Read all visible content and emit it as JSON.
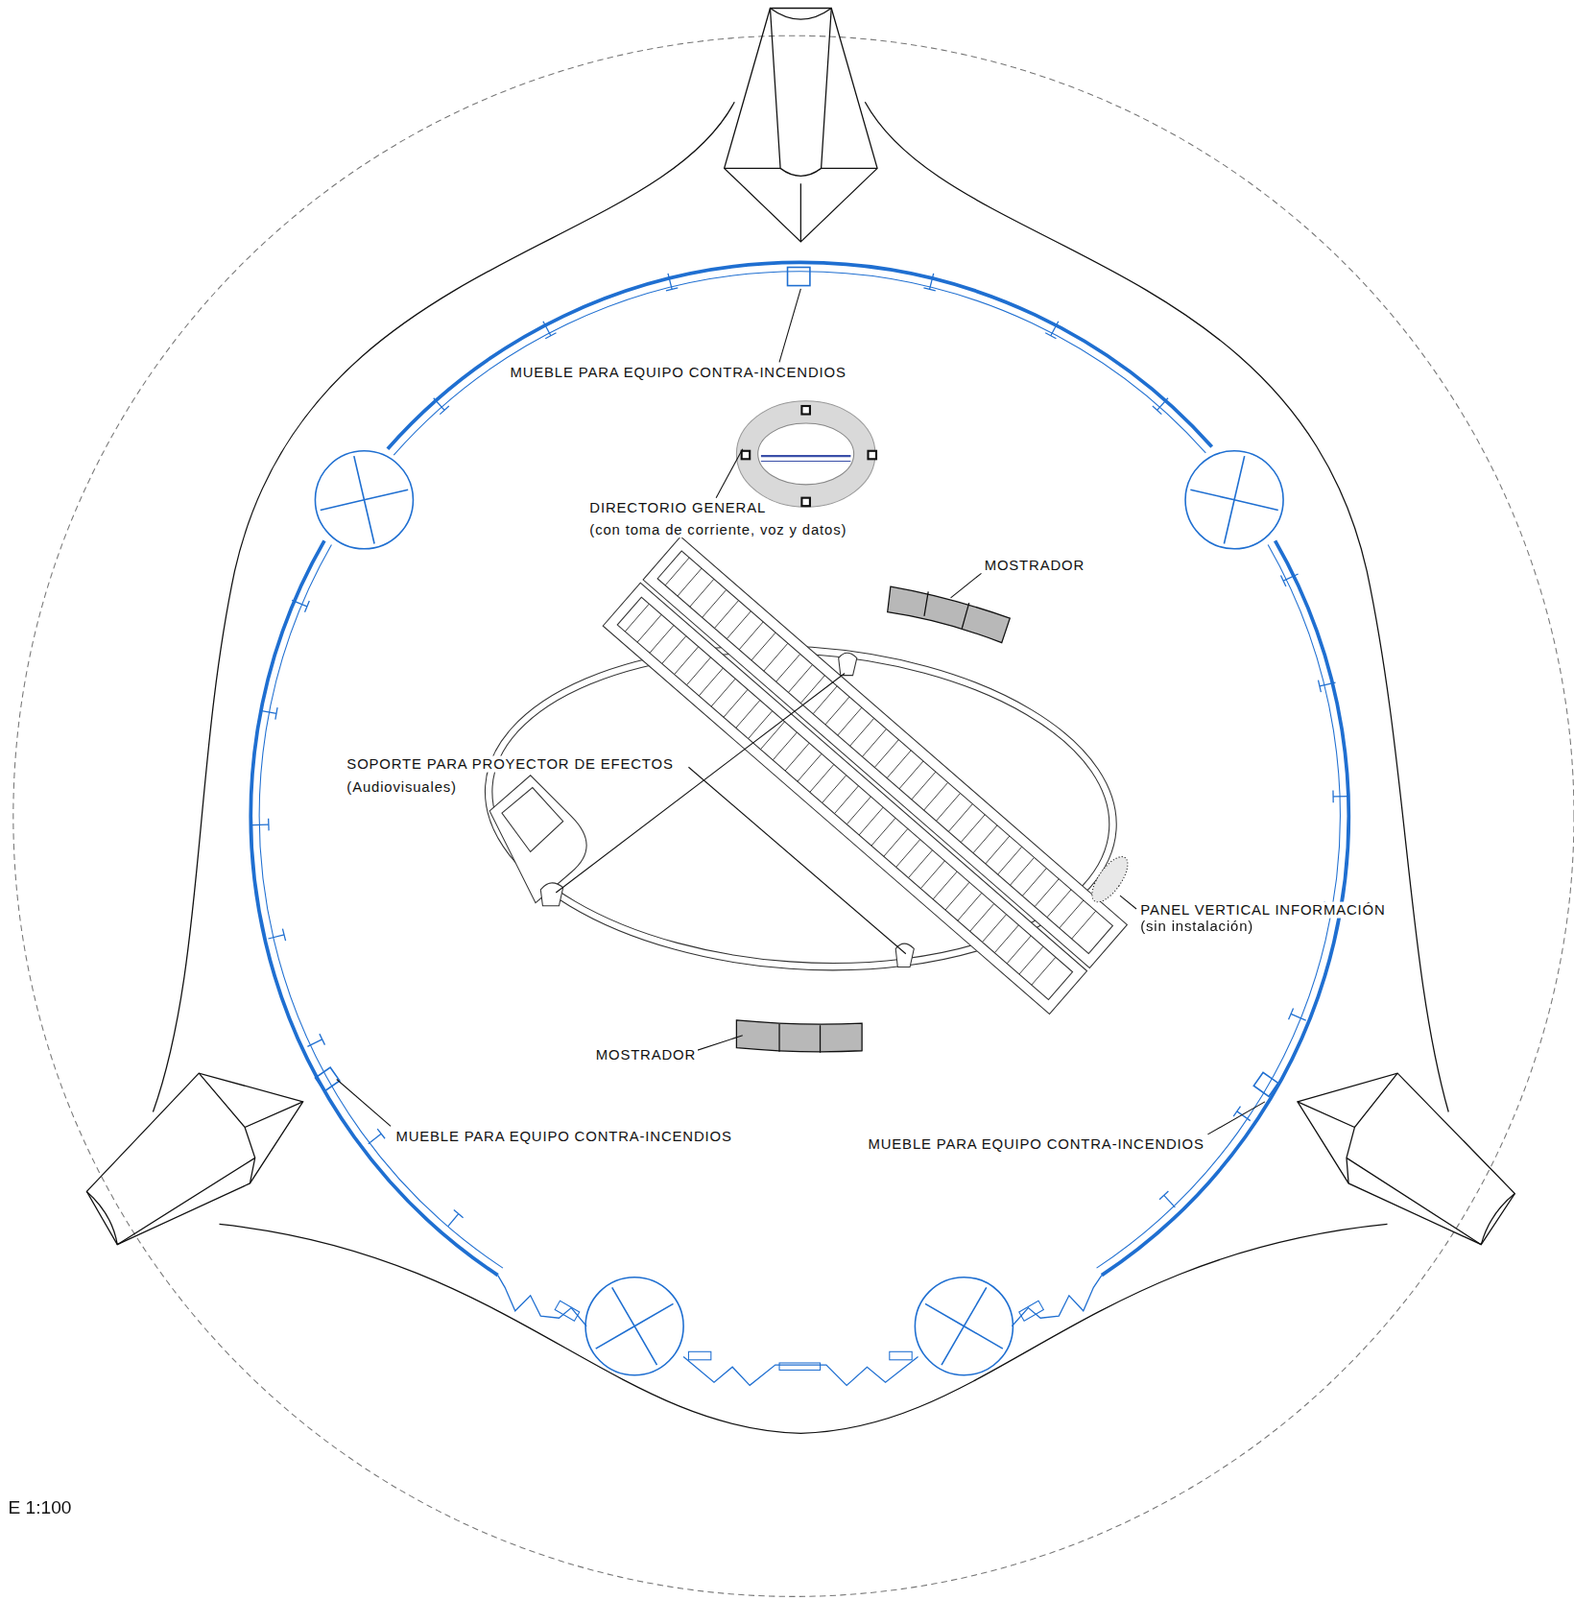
{
  "diagram": {
    "labels": [
      "MUEBLE PARA EQUIPO CONTRA-INCENDIOS",
      "DIRECTORIO GENERAL",
      "(con toma de corriente, voz y datos)",
      "MOSTRADOR",
      "SOPORTE PARA PROYECTOR DE EFECTOS",
      "(Audiovisuales)",
      "PANEL VERTICAL INFORMACIÓN",
      "(sin instalación)",
      "MOSTRADOR",
      "MUEBLE PARA EQUIPO CONTRA-INCENDIOS",
      "MUEBLE PARA EQUIPO CONTRA-INCENDIOS",
      "E 1:100"
    ]
  }
}
